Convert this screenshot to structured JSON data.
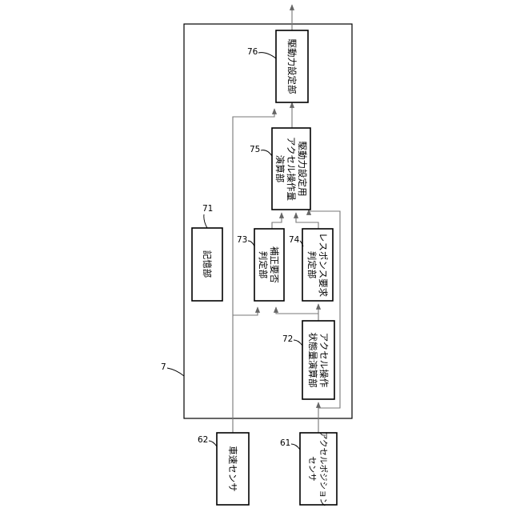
{
  "diagram": {
    "system_ref": "7",
    "blocks": {
      "b76": {
        "ref": "76",
        "lines": [
          "駆動力設定部"
        ]
      },
      "b75": {
        "ref": "75",
        "lines": [
          "駆動力設定用",
          "アクセル操作量",
          "演算部"
        ]
      },
      "b73": {
        "ref": "73",
        "lines": [
          "補正要否",
          "判定部"
        ]
      },
      "b74": {
        "ref": "74",
        "lines": [
          "レスポンス要求",
          "判定部"
        ]
      },
      "b72": {
        "ref": "72",
        "lines": [
          "アクセル操作",
          "状態量演算部"
        ]
      },
      "b71": {
        "ref": "71",
        "lines": [
          "記憶部"
        ]
      },
      "b62": {
        "ref": "62",
        "lines": [
          "車速センサ"
        ]
      },
      "b61": {
        "ref": "61",
        "lines": [
          "アクセルポジション",
          "センサ"
        ]
      }
    }
  }
}
